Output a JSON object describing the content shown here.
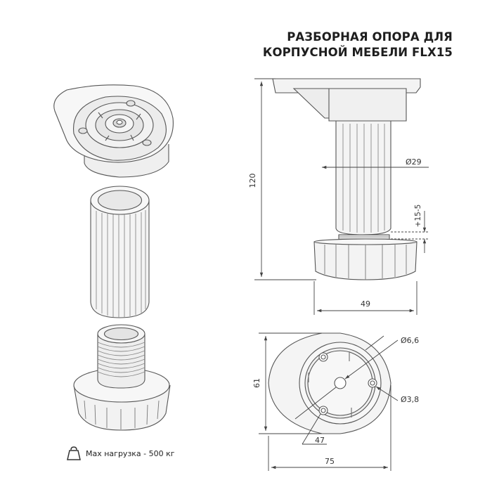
{
  "title": {
    "line1": "РАЗБОРНАЯ ОПОРА ДЛЯ",
    "line2": "КОРПУСНОЙ МЕБЕЛИ FLX15"
  },
  "dimensions": {
    "height": "120",
    "diameter_shaft": "Ø29",
    "adjustment": "+15-5",
    "base_width": "49",
    "mount_hole": "Ø6,6",
    "screw_hole": "Ø3,8",
    "plate_depth": "61",
    "hole_spacing": "47",
    "plate_width": "75"
  },
  "load": {
    "icon": "weight-icon",
    "label": "Max нагрузка - 500 кг"
  },
  "colors": {
    "line": "#555555",
    "dim": "#444444",
    "fill": "#f4f4f4"
  }
}
